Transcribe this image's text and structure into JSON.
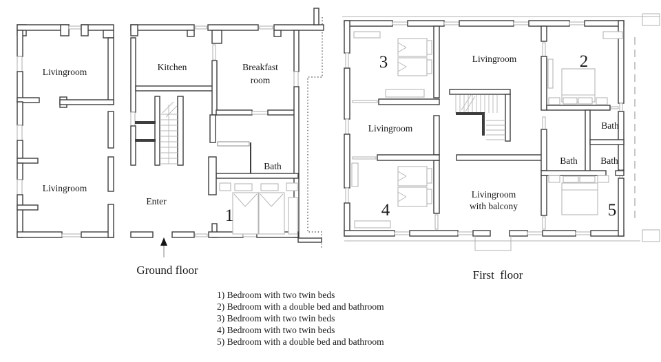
{
  "palette": {
    "wall": "#3d3d3d",
    "furniture": "#b6b6b6",
    "text": "#181818",
    "background": "#ffffff"
  },
  "ground_floor": {
    "caption": "Ground floor",
    "labels": {
      "livingroom_upper": "Livingroom",
      "livingroom_lower": "Livingroom",
      "kitchen": "Kitchen",
      "breakfast_line1": "Breakfast",
      "breakfast_line2": "room",
      "bath": "Bath",
      "enter": "Enter",
      "bedroom_number": "1"
    }
  },
  "first_floor": {
    "caption": "First  floor",
    "labels": {
      "bedroom3_number": "3",
      "bedroom2_number": "2",
      "livingroom_upper": "Livingroom",
      "livingroom_left": "Livingroom",
      "bath_top": "Bath",
      "bath_left": "Bath",
      "bath_right": "Bath",
      "bedroom4_number": "4",
      "bedroom5_number": "5",
      "livingroom_balcony_line1": "Livingroom",
      "livingroom_balcony_line2": "with balcony"
    }
  },
  "legend": {
    "items": [
      "1) Bedroom with two twin beds",
      "2) Bedroom with a double bed and bathroom",
      "3) Bedroom with two twin beds",
      "4) Bedroom with two twin beds",
      "5) Bedroom with a double bed and bathroom"
    ]
  }
}
